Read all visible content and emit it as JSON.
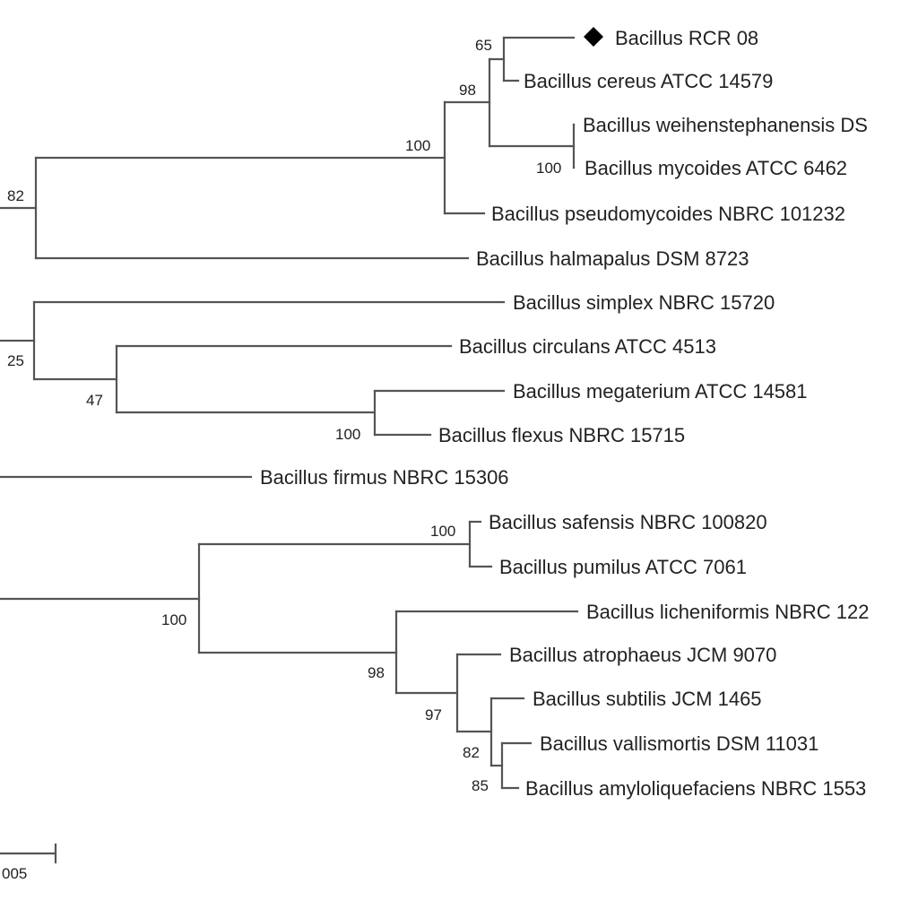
{
  "tree": {
    "marker_color": "#000000",
    "branch_color": "#555555",
    "taxa": [
      {
        "id": "rcr08",
        "label": "Bacillus RCR 08",
        "marked": true
      },
      {
        "id": "cereus",
        "label": "Bacillus cereus ATCC 14579"
      },
      {
        "id": "weihen",
        "label": "Bacillus weihenstephanensis DS"
      },
      {
        "id": "mycoides",
        "label": "Bacillus mycoides ATCC 6462"
      },
      {
        "id": "pseudomyc",
        "label": "Bacillus pseudomycoides NBRC 101232"
      },
      {
        "id": "halmap",
        "label": "Bacillus halmapalus DSM 8723"
      },
      {
        "id": "simplex",
        "label": "Bacillus simplex NBRC 15720"
      },
      {
        "id": "circulans",
        "label": "Bacillus circulans  ATCC 4513"
      },
      {
        "id": "megaterium",
        "label": "Bacillus megaterium ATCC 14581"
      },
      {
        "id": "flexus",
        "label": "Bacillus flexus NBRC 15715"
      },
      {
        "id": "firmus",
        "label": "Bacillus firmus NBRC 15306"
      },
      {
        "id": "safensis",
        "label": "Bacillus safensis NBRC 100820"
      },
      {
        "id": "pumilus",
        "label": "Bacillus pumilus ATCC 7061"
      },
      {
        "id": "lichen",
        "label": "Bacillus licheniformis NBRC 122"
      },
      {
        "id": "atroph",
        "label": "Bacillus atrophaeus JCM 9070"
      },
      {
        "id": "subtilis",
        "label": "Bacillus subtilis JCM 1465"
      },
      {
        "id": "vallis",
        "label": "Bacillus vallismortis DSM 11031"
      },
      {
        "id": "amylo",
        "label": "Bacillus amyloliquefaciens NBRC 1553"
      }
    ],
    "bootstrap": [
      {
        "node": "n65",
        "value": "65"
      },
      {
        "node": "n98a",
        "value": "98"
      },
      {
        "node": "n100a",
        "value": "100"
      },
      {
        "node": "n100b",
        "value": "100"
      },
      {
        "node": "n82a",
        "value": "82"
      },
      {
        "node": "n25",
        "value": "25"
      },
      {
        "node": "n47",
        "value": "47"
      },
      {
        "node": "n100c",
        "value": "100"
      },
      {
        "node": "n100d",
        "value": "100"
      },
      {
        "node": "n100e",
        "value": "100"
      },
      {
        "node": "n98b",
        "value": "98"
      },
      {
        "node": "n97",
        "value": "97"
      },
      {
        "node": "n82b",
        "value": "82"
      },
      {
        "node": "n85",
        "value": "85"
      }
    ],
    "scale_bar": {
      "label": "005"
    }
  }
}
